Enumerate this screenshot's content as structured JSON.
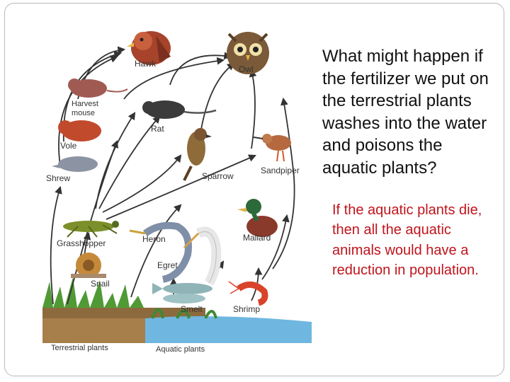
{
  "question": "What might happen if the fertilizer we put on the terrestrial plants washes into the water and poisons the aquatic plants?",
  "answer": "If the aquatic plants die, then all the aquatic animals would have a reduction in population.",
  "food_web": {
    "organisms": {
      "hawk": "Hawk",
      "owl": "Owl",
      "harvest_mouse_line1": "Harvest",
      "harvest_mouse_line2": "mouse",
      "rat": "Rat",
      "vole": "Vole",
      "sparrow": "Sparrow",
      "sandpiper": "Sandpiper",
      "shrew": "Shrew",
      "grasshopper": "Grasshopper",
      "heron": "Heron",
      "mallard": "Mallard",
      "egret": "Egret",
      "snail": "Snail",
      "smelt": "Smelt",
      "shrimp": "Shrimp",
      "terrestrial_plants": "Terrestrial plants",
      "aquatic_plants": "Aquatic plants"
    }
  }
}
